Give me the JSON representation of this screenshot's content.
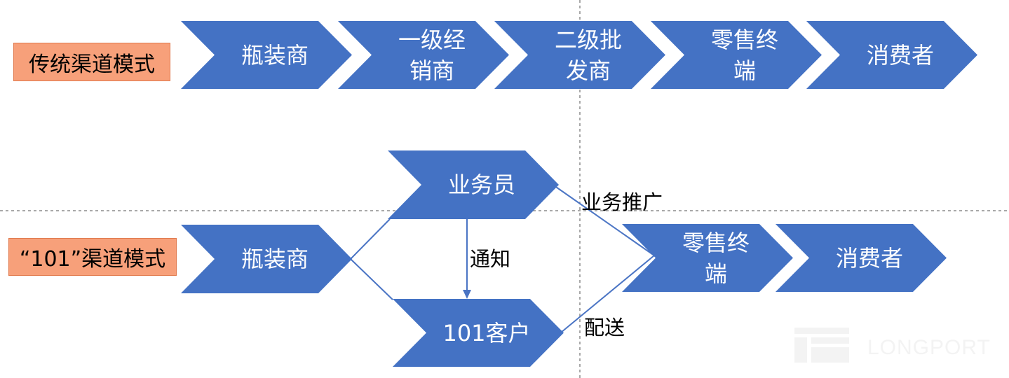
{
  "traditional": {
    "label": "传统渠道模式",
    "steps": [
      {
        "lines": [
          "瓶装商"
        ]
      },
      {
        "lines": [
          "一级经",
          "销商"
        ]
      },
      {
        "lines": [
          "二级批",
          "发商"
        ]
      },
      {
        "lines": [
          "零售终",
          "端"
        ]
      },
      {
        "lines": [
          "消费者"
        ]
      }
    ]
  },
  "model101": {
    "label": "“101”渠道模式",
    "bottler": [
      "瓶装商"
    ],
    "salesman": [
      "业务员"
    ],
    "client": [
      "101客户"
    ],
    "retail": [
      "零售终",
      "端"
    ],
    "consumer": [
      "消费者"
    ],
    "notify_label": "通知",
    "promotion_label": "业务推广",
    "delivery_label": "配送"
  },
  "watermark": {
    "text": "LONGPORT"
  },
  "colors": {
    "chevron_fill": "#4472c4",
    "chevron_text": "#ffffff",
    "label_fill": "#f7a07a",
    "connector": "#4a74c4",
    "guide": "#8c8c8c"
  }
}
